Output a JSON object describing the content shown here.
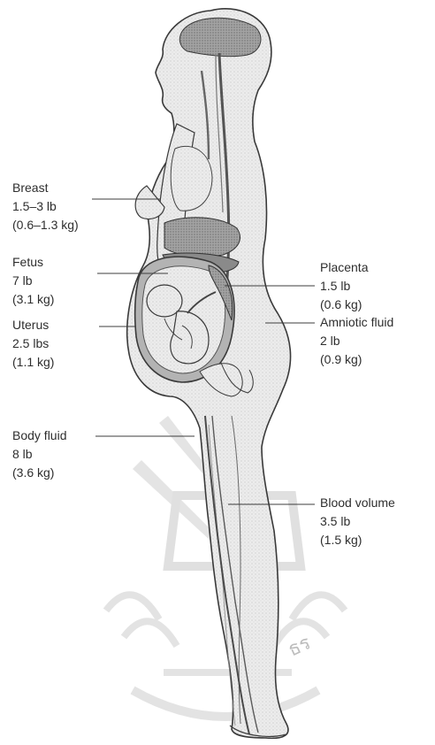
{
  "labels": {
    "breast": {
      "name": "Breast",
      "weight_lb": "1.5–3 lb",
      "weight_kg": "(0.6–1.3 kg)"
    },
    "fetus": {
      "name": "Fetus",
      "weight_lb": "7 lb",
      "weight_kg": "(3.1 kg)"
    },
    "uterus": {
      "name": "Uterus",
      "weight_lb": "2.5 lbs",
      "weight_kg": "(1.1 kg)"
    },
    "body_fluid": {
      "name": "Body fluid",
      "weight_lb": "8 lb",
      "weight_kg": "(3.6 kg)"
    },
    "placenta": {
      "name": "Placenta",
      "weight_lb": "1.5 lb",
      "weight_kg": "(0.6 kg)"
    },
    "amniotic_fluid": {
      "name": "Amniotic fluid",
      "weight_lb": "2 lb",
      "weight_kg": "(0.9 kg)"
    },
    "blood_volume": {
      "name": "Blood volume",
      "weight_lb": "3.5 lb",
      "weight_kg": "(1.5 kg)"
    }
  },
  "watermark": {
    "letters": "ธร"
  },
  "colors": {
    "outline": "#3a3a3a",
    "body_fill": "#e9e9e9",
    "organ_fill": "#9a9a9a",
    "organ_dark": "#6f6f6f",
    "watermark": "#c9c9c9"
  }
}
